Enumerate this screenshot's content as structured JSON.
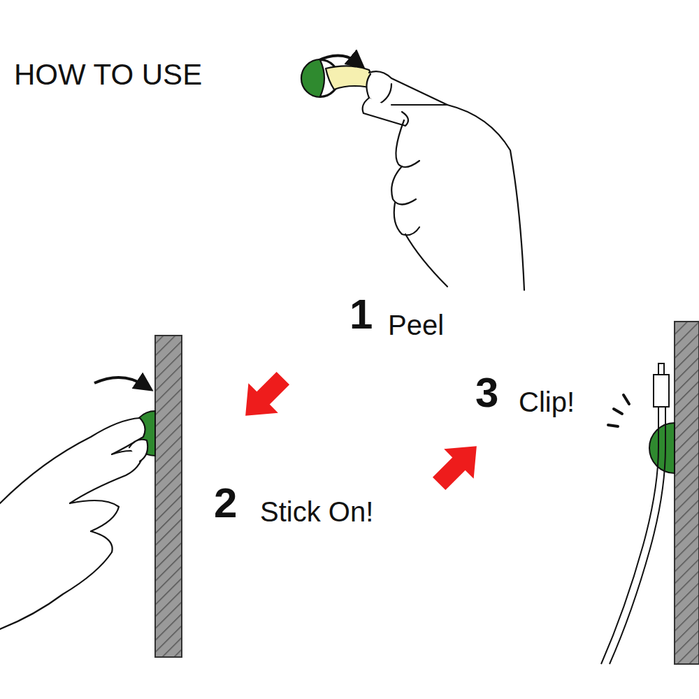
{
  "diagram": {
    "title": "HOW TO USE",
    "labels": [
      "1",
      "Peel",
      "2",
      "Stick On!",
      "3",
      "Clip!"
    ]
  }
}
